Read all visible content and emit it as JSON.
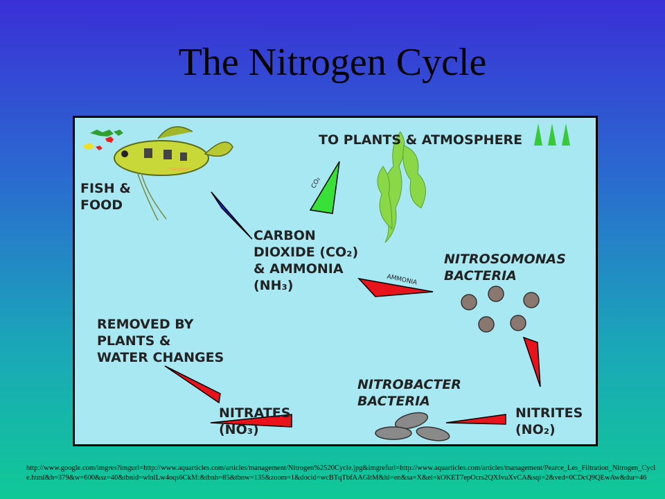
{
  "slide": {
    "title": "The Nitrogen Cycle"
  },
  "diagram": {
    "top_label": "TO PLANTS & ATMOSPHERE",
    "fish_food": "FISH &\nFOOD",
    "carbon": "CARBON\nDIOXIDE (CO₂)\n& AMMONIA\n(NH₃)",
    "nitrosomonas": "NITROSOMONAS\nBACTERIA",
    "removed": "REMOVED BY\nPLANTS &\nWATER CHANGES",
    "nitrobacter": "NITROBACTER\nBACTERIA",
    "nitrates": "NITRATES\n(NO₃)",
    "nitrites": "NITRITES\n(NO₂)",
    "co2_arrow": "CO₂",
    "ammonia_arrow": "AMMONIA"
  },
  "source_url": "http://www.google.com/imgres?imgurl=http://www.aquarticles.com/articles/management/Nitrogen%2520Cycle.jpg&imgrefurl=http://www.aquarticles.com/articles/management/Pearce_Les_Filtration_Nitrogen_Cycle.html&h=379&w=600&sz=40&tbnid=wlnlLw4oqs6CkM:&tbnh=85&tbnw=135&zoom=1&docid=wcBTqTbfAAGltM&hl=en&sa=X&ei=kOKET7epOcrs2QXIvuXvCA&sqi=2&ved=0CDcQ9QEwAw&dur=46",
  "colors": {
    "red_arrow": "#e8141c",
    "blue_arrow": "#1820d8",
    "green_arrow": "#38e038",
    "panel": "#a8e8f2"
  }
}
